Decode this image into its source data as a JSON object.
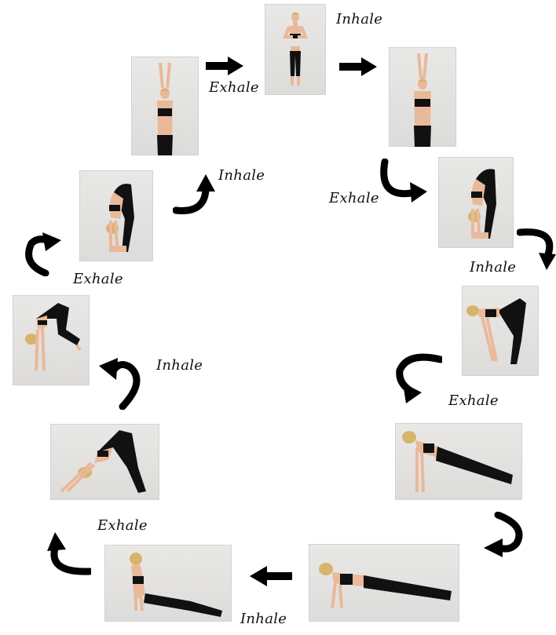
{
  "breath_labels": {
    "top_inhale": "Inhale",
    "top_left_exhale": "Exhale",
    "left_inhale_1": "Inhale",
    "left_exhale_1": "Exhale",
    "left_inhale_2": "Inhale",
    "left_exhale_2": "Exhale",
    "bottom_inhale": "Inhale",
    "right_exhale_1": "Exhale",
    "right_inhale_1": "Inhale",
    "right_exhale_2": "Exhale"
  },
  "poses": [
    {
      "name": "prayer-pose",
      "pose": "standing-palms-together"
    },
    {
      "name": "raised-arms-right",
      "pose": "standing-arms-up"
    },
    {
      "name": "forward-fold-right",
      "pose": "standing-forward-bend"
    },
    {
      "name": "half-lift-right",
      "pose": "half-forward-bend"
    },
    {
      "name": "plank-right",
      "pose": "plank"
    },
    {
      "name": "low-plank-bottom",
      "pose": "chaturanga"
    },
    {
      "name": "upward-dog",
      "pose": "cobra"
    },
    {
      "name": "downward-dog",
      "pose": "downward-dog"
    },
    {
      "name": "lunge-left",
      "pose": "crouch-lunge"
    },
    {
      "name": "forward-fold-left",
      "pose": "standing-forward-bend"
    },
    {
      "name": "raised-arms-left",
      "pose": "standing-arms-up"
    }
  ],
  "colors": {
    "arrow": "#000000",
    "skin": "#e9b99a",
    "clothing": "#111111",
    "hair": "#d6b46a",
    "backdrop": "#e3e2e0"
  }
}
